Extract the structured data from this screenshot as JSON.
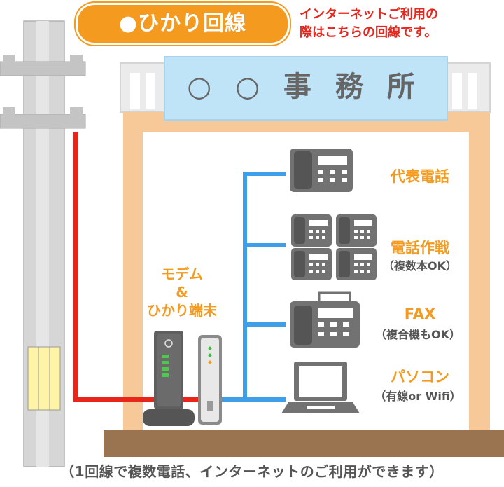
{
  "header": {
    "badge": "●ひかり回線",
    "note_line1": "インターネットご利用の",
    "note_line2": "際はこちらの回線です。"
  },
  "sign": {
    "text": "○ ○ 事 務 所"
  },
  "devices": {
    "modem_line1": "モデム",
    "modem_line2": "&",
    "modem_line3": "ひかり端末"
  },
  "labels": {
    "main_phone": "代表電話",
    "call_ops": "電話作戦",
    "call_ops_sub": "（複数本OK）",
    "fax": "FAX",
    "fax_sub": "（複合機もOK）",
    "pc": "パソコン",
    "pc_sub": "（有線or Wifi）"
  },
  "footer": {
    "caption": "（1回線で複数電話、インターネットのご利用ができます）"
  },
  "colors": {
    "orange": "#f39a1f",
    "red_line": "#e8241b",
    "blue_line": "#3f9ee8",
    "building": "#f8c998",
    "ground": "#9a7350",
    "gray_device": "#727272",
    "sign_blue": "#bfe3f7"
  }
}
